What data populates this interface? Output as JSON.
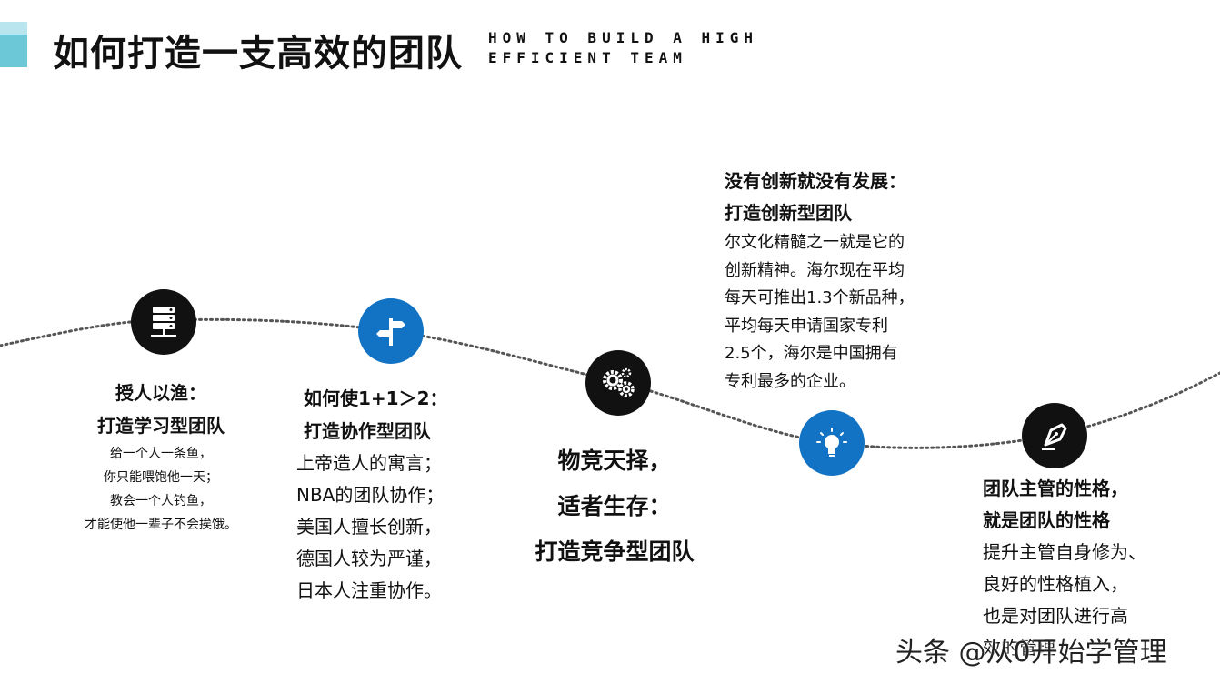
{
  "header": {
    "title": "如何打造一支高效的团队",
    "subtitle_line1": "HOW TO BUILD A HIGH",
    "subtitle_line2": "EFFICIENT TEAM"
  },
  "steps": [
    {
      "icon": "server-icon",
      "heading": [
        "授人以渔：",
        "打造学习型团队"
      ],
      "body": [
        "给一个人一条鱼，",
        "你只能喂饱他一天；",
        "教会一个人钓鱼，",
        "才能使他一辈子不会挨饿。"
      ]
    },
    {
      "icon": "signpost-icon",
      "heading": [
        "如何使1+1＞2：",
        "打造协作型团队"
      ],
      "body": [
        "上帝造人的寓言；",
        "NBA的团队协作；",
        "美国人擅长创新，",
        "德国人较为严谨，",
        "日本人注重协作。"
      ]
    },
    {
      "icon": "gears-icon",
      "heading": [
        "物竞天择，",
        "适者生存：",
        "打造竞争型团队"
      ],
      "body": []
    },
    {
      "icon": "lightbulb-icon",
      "heading": [
        "没有创新就没有发展：",
        "打造创新型团队"
      ],
      "body": [
        "尔文化精髓之一就是它的",
        "创新精神。海尔现在平均",
        "每天可推出1.3个新品种，",
        "平均每天申请国家专利",
        "2.5个，海尔是中国拥有",
        "专利最多的企业。"
      ]
    },
    {
      "icon": "pen-nib-icon",
      "heading": [
        "团队主管的性格，",
        "就是团队的性格"
      ],
      "body": [
        "提升主管自身修为、",
        "良好的性格植入，",
        "也是对团队进行高",
        "效的管理"
      ]
    }
  ],
  "colors": {
    "accent": "#6cc7d6",
    "blue": "#1272c4",
    "black": "#111111"
  },
  "watermark": "头条 @从0开始学管理"
}
